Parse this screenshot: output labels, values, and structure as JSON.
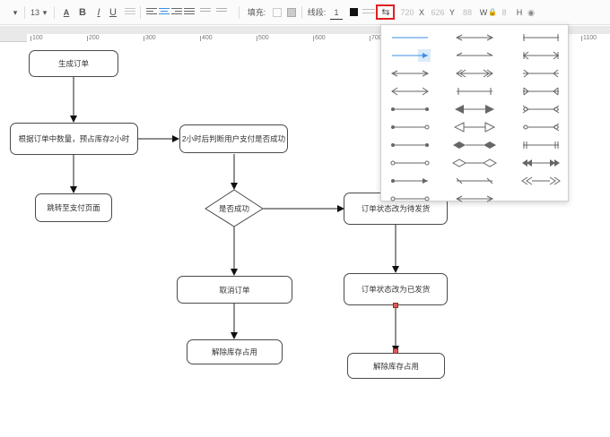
{
  "toolbar": {
    "font_size": "13",
    "bold": "B",
    "italic": "I",
    "underline": "U",
    "fill_label": "填充:",
    "line_label": "线段:",
    "line_width": "1",
    "x_label": "X",
    "x_value": "720",
    "x2_value": "626",
    "y_label": "Y",
    "y_value": "88",
    "w_label": "W",
    "w_value": "8",
    "h_label": "H",
    "accent": "#3a8ee6"
  },
  "ruler": {
    "labels": [
      "100",
      "200",
      "300",
      "400",
      "500",
      "600",
      "700",
      "1100"
    ]
  },
  "flowchart": {
    "nodes": {
      "generate_order": "生成订单",
      "deduct_stock": "根据订单中数量，预占库存2小时",
      "check_payment": "2小时后判断用户支付是否成功",
      "goto_payment": "跳转至支付页面",
      "is_success": "是否成功",
      "status_pending": "订单状态改为待发货",
      "cancel_order": "取消订单",
      "status_shipped": "订单状态改为已发货",
      "release_stock_left": "解除库存占用",
      "release_stock_right": "解除库存占用"
    }
  },
  "arrow_menu": {
    "title": "line-end-styles",
    "columns": 3,
    "rows": 10,
    "selected_index": 3
  },
  "highlight_color": "#e02020"
}
